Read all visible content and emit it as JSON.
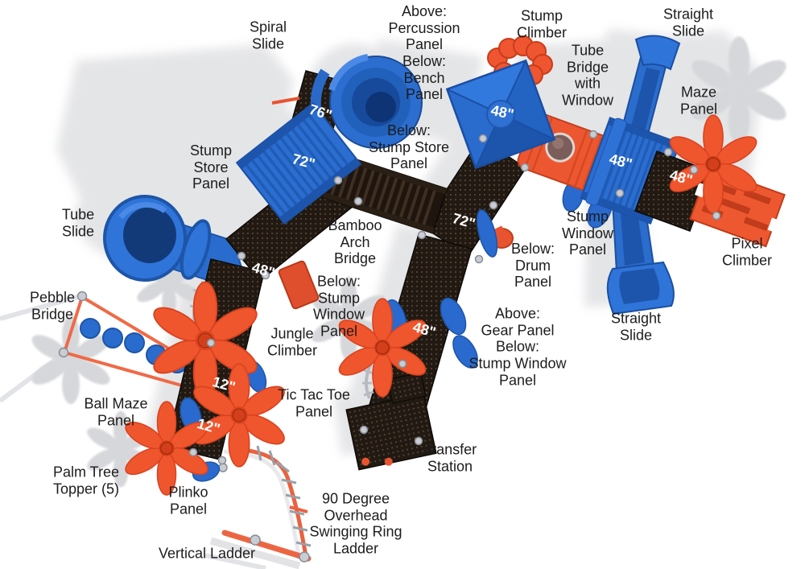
{
  "scene": {
    "type": "playground-equipment-overhead-diagram",
    "background": "#ffffff",
    "colors": {
      "structure_blue": "#2b6dd0",
      "structure_blue_dark": "#1d55ad",
      "accent_orange": "#ee5830",
      "deck_black": "#211911",
      "shadow_gray": "#d7d8db",
      "label_text": "#1c1c1c",
      "measurement_text": "#ffffff"
    }
  },
  "labels": {
    "spiral_slide": "Spiral\nSlide",
    "percussion_bench": "Above:\nPercussion\nPanel\nBelow:\nBench\nPanel",
    "stump_climber": "Stump\nClimber",
    "straight_slide_top": "Straight\nSlide",
    "tube_bridge_window": "Tube\nBridge\nwith\nWindow",
    "maze_panel": "Maze\nPanel",
    "stump_store_panel": "Stump\nStore\nPanel",
    "below_stump_store": "Below:\nStump Store\nPanel",
    "tube_slide": "Tube\nSlide",
    "bamboo_arch_bridge": "Bamboo\nArch\nBridge",
    "below_stump_window": "Below:\nStump\nWindow\nPanel",
    "stump_window_panel": "Stump\nWindow\nPanel",
    "below_drum_panel": "Below:\nDrum\nPanel",
    "pixel_climber": "Pixel\nClimber",
    "pebble_bridge": "Pebble\nBridge",
    "jungle_climber": "Jungle\nClimber",
    "above_gear_below_stump_window": "Above:\nGear Panel\nBelow:\nStump Window\nPanel",
    "straight_slide_bottom": "Straight\nSlide",
    "ball_maze_panel": "Ball Maze\nPanel",
    "tic_tac_toe_panel": "Tic Tac Toe\nPanel",
    "transfer_station": "Transfer\nStation",
    "palm_tree_topper": "Palm Tree\nTopper (5)",
    "plinko_panel": "Plinko\nPanel",
    "overhead_ring_ladder": "90 Degree\nOverhead\nSwinging Ring\nLadder",
    "vertical_ladder": "Vertical Ladder"
  },
  "measurements": {
    "spiral_deck": "76\"",
    "left_roof": "72\"",
    "pyramid_roof": "48\"",
    "mid_deck_upper": "72\"",
    "left_deck": "48\"",
    "mid_deck_lower": "48\"",
    "right_ramp": "48\"",
    "right_deck": "48\"",
    "left_deck_12_upper": "12\"",
    "left_deck_12_lower": "12\""
  }
}
